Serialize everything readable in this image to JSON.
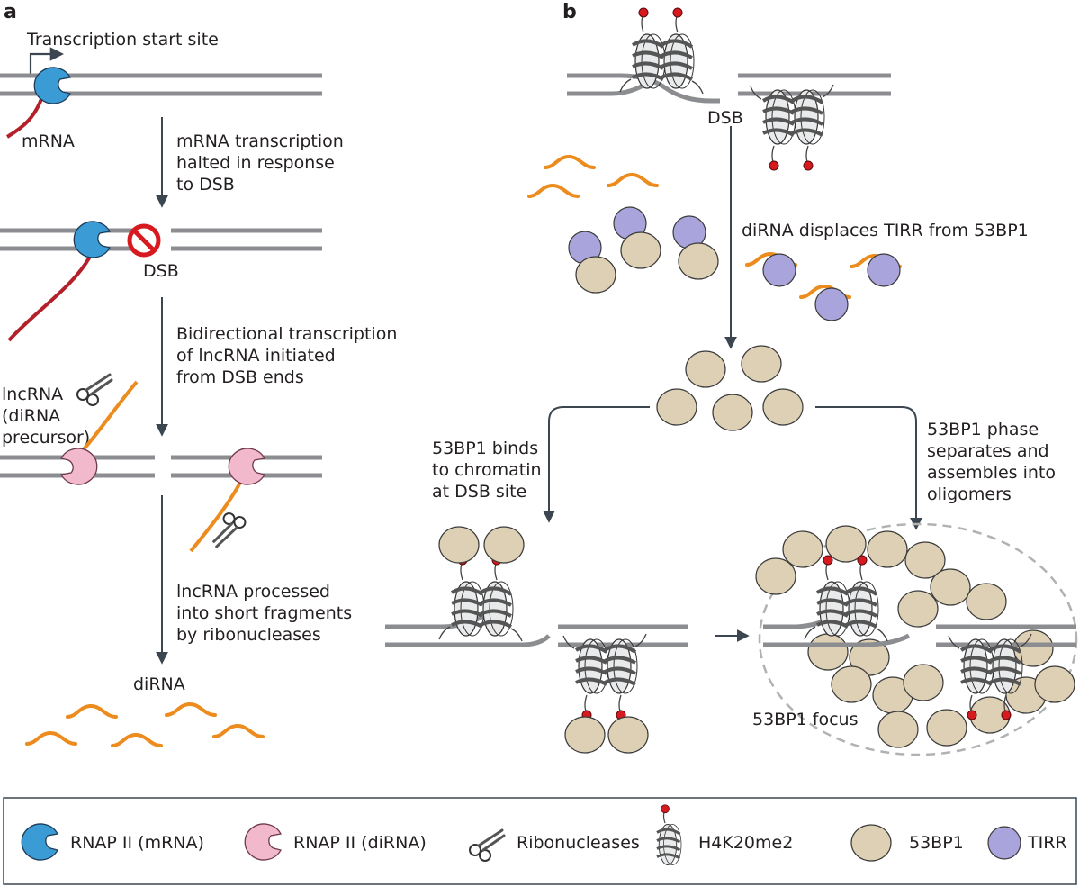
{
  "panels": {
    "a": "a",
    "b": "b"
  },
  "panel_a": {
    "tss": "Transcription start site",
    "mrna": "mRNA",
    "step1": [
      "mRNA transcription",
      "halted in response",
      "to DSB"
    ],
    "dsb": "DSB",
    "step2": [
      "Bidirectional transcription",
      "of lncRNA initiated",
      "from DSB ends"
    ],
    "lncrna": [
      "lncRNA",
      "(diRNA",
      "precursor)"
    ],
    "step3": [
      "lncRNA processed",
      "into short fragments",
      "by ribonucleases"
    ],
    "dirna": "diRNA"
  },
  "panel_b": {
    "dsb": "DSB",
    "displace": "diRNA displaces TIRR from 53BP1",
    "binds": [
      "53BP1 binds",
      "to chromatin",
      "at DSB site"
    ],
    "phase": [
      "53BP1 phase",
      "separates and",
      "assembles into",
      "oligomers"
    ],
    "focus": "53BP1 focus"
  },
  "legend": {
    "rnap_mrna": "RNAP II (mRNA)",
    "rnap_dirna": "RNAP II (diRNA)",
    "ribonucleases": "Ribonucleases",
    "h4k20me2": "H4K20me2",
    "p53bp1": "53BP1",
    "tirr": "TIRR"
  },
  "colors": {
    "rnap_mrna": "#3a9bd5",
    "rnap_dirna": "#f2b8cc",
    "p53bp1": "#ddd0b4",
    "tirr": "#a9a5dc",
    "mrna": "#b3202a",
    "dirna": "#ec8b1e",
    "methyl": "#d71920",
    "dna": "#8c8d90",
    "arrow": "#3c4650"
  }
}
